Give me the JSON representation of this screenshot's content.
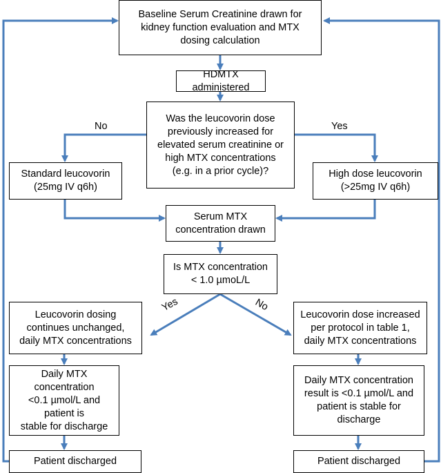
{
  "nodes": {
    "baseline": "Baseline Serum Creatinine drawn for\nkidney function evaluation and MTX\ndosing calculation",
    "hdmtx": "HDMTX administered",
    "question": "Was the leucovorin dose\npreviously increased for\nelevated serum creatinine or\nhigh MTX concentrations\n(e.g. in a prior cycle)?",
    "standard": "Standard leucovorin\n(25mg IV q6h)",
    "highdose": "High dose leucovorin\n(>25mg IV q6h)",
    "serum_mtx": "Serum MTX\nconcentration drawn",
    "is_mtx": "Is MTX concentration\n< 1.0 µmoL/L",
    "continues": "Leucovorin dosing\ncontinues unchanged,\ndaily MTX concentrations",
    "increased": "Leucovorin dose increased\nper protocol in table 1,\ndaily MTX concentrations",
    "daily_left": "Daily MTX concentration\n<0.1 µmol/L and patient is\nstable for discharge",
    "daily_right": "Daily MTX concentration\nresult is <0.1 µmol/L and\npatient is stable for\ndischarge",
    "discharged_left": "Patient discharged",
    "discharged_right": "Patient discharged"
  },
  "labels": {
    "no_top": "No",
    "yes_top": "Yes",
    "yes_mid": "Yes",
    "no_mid": "No"
  },
  "colors": {
    "arrow": "#4a7ebb",
    "border": "#000000"
  }
}
